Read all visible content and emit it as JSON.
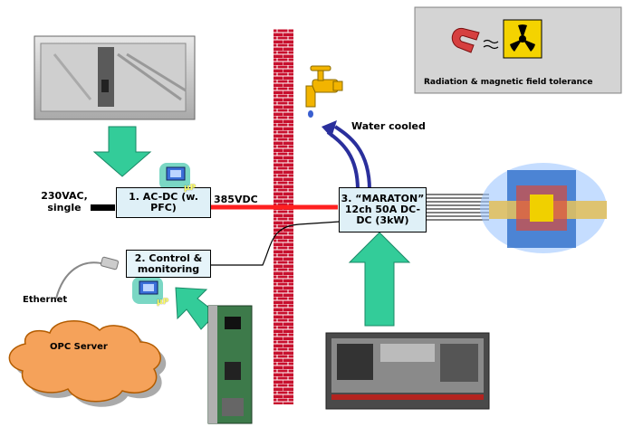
{
  "tolerance_panel": {
    "caption": "Radiation & magnetic field tolerance"
  },
  "boxes": {
    "acdc": "1. AC-DC (w. PFC)",
    "control": "2. Control & monitoring",
    "maraton": "3. “MARATON” 12ch 50A DC-DC (3kW)"
  },
  "labels": {
    "input": "230VAC, single",
    "bus": "385VDC",
    "water": "Water cooled",
    "ethernet": "Ethernet",
    "opc": "OPC Server",
    "up1": "µP",
    "up2": "µP"
  },
  "colors": {
    "arrow_green": "#33cc99",
    "arrow_blue": "#2a2f9c",
    "bus_line": "#ff2020",
    "wall_red": "#c8102e",
    "box_fill": "#dff0f7",
    "cloud": "#f5a25a"
  }
}
